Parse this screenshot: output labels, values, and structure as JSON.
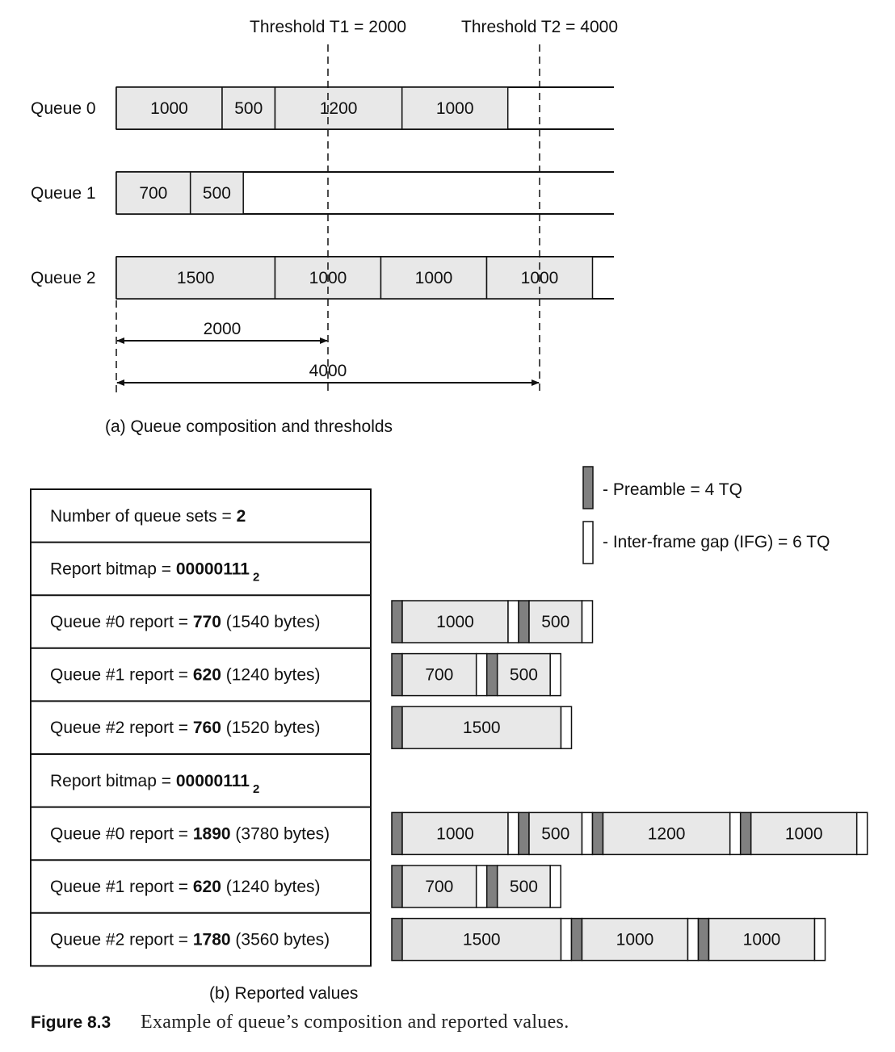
{
  "part_a": {
    "thresholds": [
      {
        "label": "Threshold T1 = 2000",
        "value": 2000
      },
      {
        "label": "Threshold T2 = 4000",
        "value": 4000
      }
    ],
    "queues": [
      {
        "label": "Queue 0",
        "frames": [
          1000,
          500,
          1200,
          1000
        ]
      },
      {
        "label": "Queue 1",
        "frames": [
          700,
          500
        ]
      },
      {
        "label": "Queue 2",
        "frames": [
          1500,
          1000,
          1000,
          1000
        ]
      }
    ],
    "dimensions": [
      {
        "label": "2000",
        "value": 2000
      },
      {
        "label": "4000",
        "value": 4000
      }
    ],
    "caption": "(a) Queue composition and thresholds"
  },
  "part_b": {
    "legend": {
      "preamble": "- Preamble = 4 TQ",
      "ifg": "- Inter-frame gap (IFG) = 6 TQ"
    },
    "rows": [
      {
        "pre": "Number of queue sets = ",
        "bold": "2",
        "post": "",
        "sub": "",
        "frames": []
      },
      {
        "pre": "Report bitmap = ",
        "bold": "00000111",
        "post": "",
        "sub": "2",
        "frames": []
      },
      {
        "pre": "Queue #0 report = ",
        "bold": "770",
        "post": " (1540 bytes)",
        "sub": "",
        "frames": [
          1000,
          500
        ]
      },
      {
        "pre": "Queue #1 report = ",
        "bold": "620",
        "post": " (1240 bytes)",
        "sub": "",
        "frames": [
          700,
          500
        ]
      },
      {
        "pre": "Queue #2 report = ",
        "bold": "760",
        "post": " (1520 bytes)",
        "sub": "",
        "frames": [
          1500
        ]
      },
      {
        "pre": "Report bitmap = ",
        "bold": "00000111",
        "post": "",
        "sub": "2",
        "frames": []
      },
      {
        "pre": "Queue #0 report = ",
        "bold": "1890",
        "post": " (3780 bytes)",
        "sub": "",
        "frames": [
          1000,
          500,
          1200,
          1000
        ]
      },
      {
        "pre": "Queue #1 report = ",
        "bold": "620",
        "post": " (1240 bytes)",
        "sub": "",
        "frames": [
          700,
          500
        ]
      },
      {
        "pre": "Queue #2 report = ",
        "bold": "1780",
        "post": " (3560 bytes)",
        "sub": "",
        "frames": [
          1500,
          1000,
          1000
        ]
      }
    ],
    "caption": "(b) Reported values"
  },
  "figure": {
    "number": "Figure 8.3",
    "text": "Example of queue’s composition and reported values."
  },
  "colors": {
    "frame_fill": "#e8e8e8",
    "preamble_fill": "#808080",
    "ink": "#111111"
  }
}
